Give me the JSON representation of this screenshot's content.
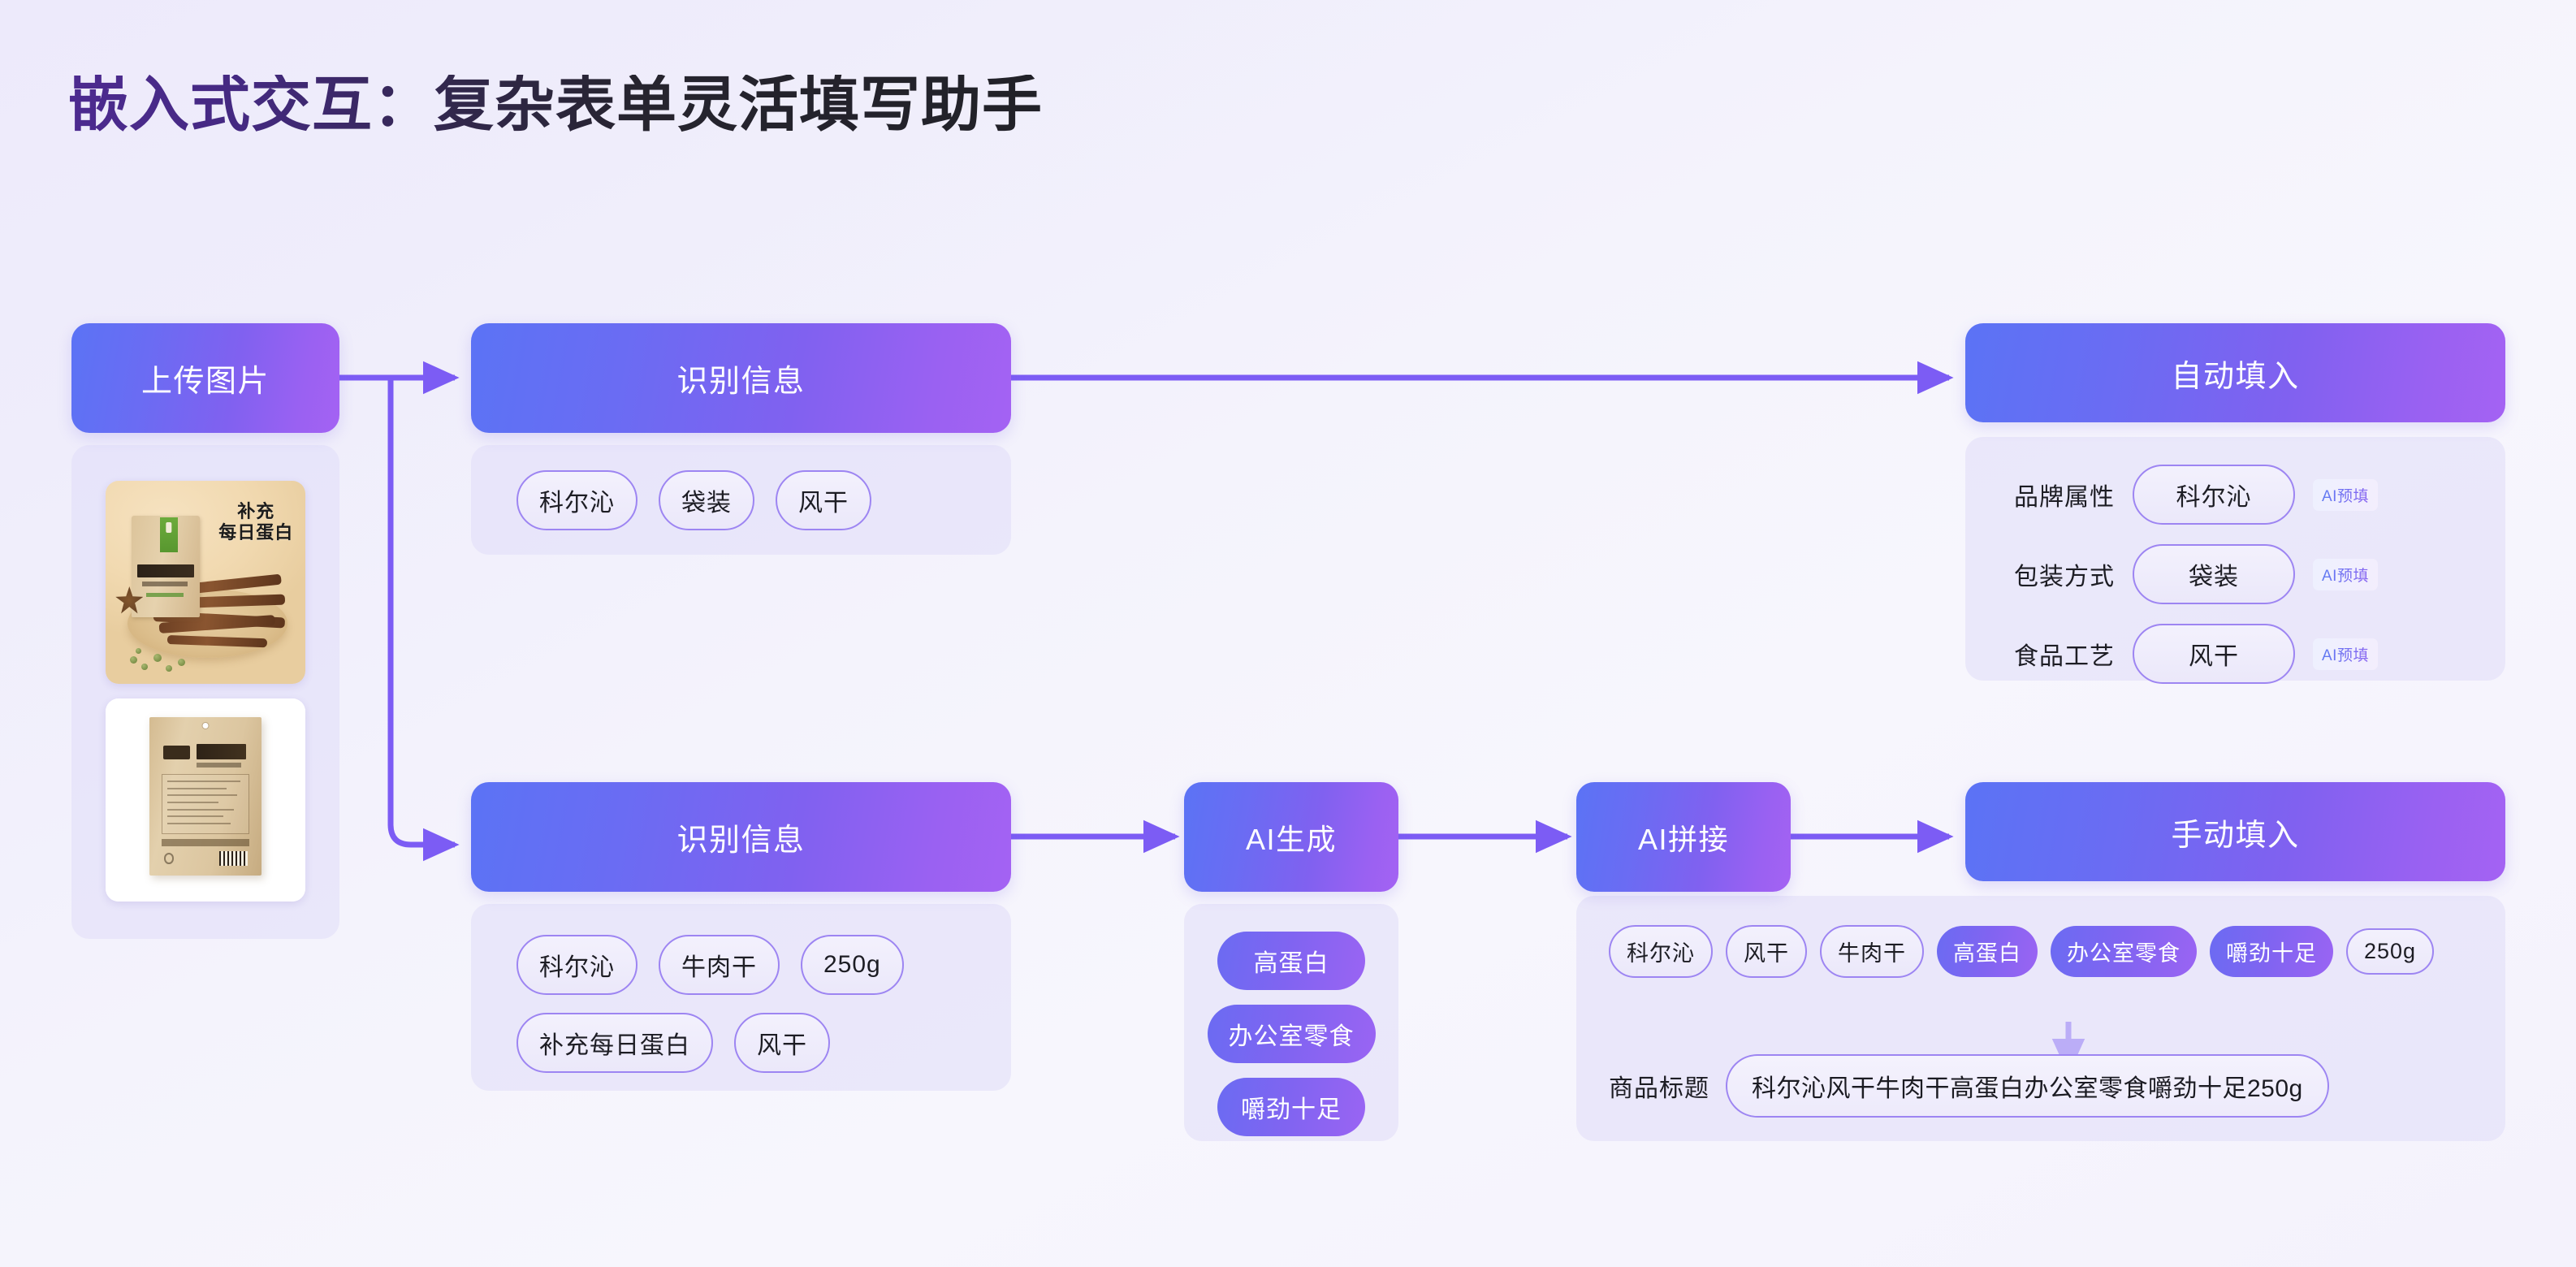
{
  "page": {
    "title": "嵌入式交互：复杂表单灵活填写助手"
  },
  "nodes": {
    "upload": {
      "label": "上传图片"
    },
    "recognize_top": {
      "label": "识别信息"
    },
    "autofill": {
      "label": "自动填入"
    },
    "recognize_bottom": {
      "label": "识别信息"
    },
    "ai_generate": {
      "label": "AI生成"
    },
    "ai_concat": {
      "label": "AI拼接"
    },
    "manual_fill": {
      "label": "手动填入"
    }
  },
  "upload_panel": {
    "images": [
      {
        "name": "风干牛肉干产品主图",
        "slogan_line1": "补充",
        "slogan_line2": "每日蛋白"
      },
      {
        "name": "牛皮纸袋装风干牛肉背面图"
      }
    ]
  },
  "recognize_top_panel": {
    "tags": [
      "科尔沁",
      "袋装",
      "风干"
    ]
  },
  "autofill_panel": {
    "badge_label": "AI预填",
    "rows": [
      {
        "label": "品牌属性",
        "value": "科尔沁",
        "badge": "AI预填"
      },
      {
        "label": "包装方式",
        "value": "袋装",
        "badge": "AI预填"
      },
      {
        "label": "食品工艺",
        "value": "风干",
        "badge": "AI预填"
      }
    ]
  },
  "recognize_bottom_panel": {
    "tags_row1": [
      "科尔沁",
      "牛肉干",
      "250g"
    ],
    "tags_row2": [
      "补充每日蛋白",
      "风干"
    ]
  },
  "ai_generate_panel": {
    "tags": [
      "高蛋白",
      "办公室零食",
      "嚼劲十足"
    ]
  },
  "manual_fill_panel": {
    "tags": [
      {
        "text": "科尔沁",
        "style": "outline"
      },
      {
        "text": "风干",
        "style": "outline"
      },
      {
        "text": "牛肉干",
        "style": "outline"
      },
      {
        "text": "高蛋白",
        "style": "filled"
      },
      {
        "text": "办公室零食",
        "style": "filled"
      },
      {
        "text": "嚼劲十足",
        "style": "filled"
      },
      {
        "text": "250g",
        "style": "outline"
      }
    ],
    "title_label": "商品标题",
    "title_value": "科尔沁风干牛肉干高蛋白办公室零食嚼劲十足250g"
  },
  "colors": {
    "accent": "#8b5cf6",
    "node_gradient_start": "#5b73f5",
    "node_gradient_end": "#a462f3",
    "panel_bg": "#e2def8",
    "chip_border": "#9d85f2",
    "text_dark": "#1d1d24",
    "background": "#f1effb"
  }
}
